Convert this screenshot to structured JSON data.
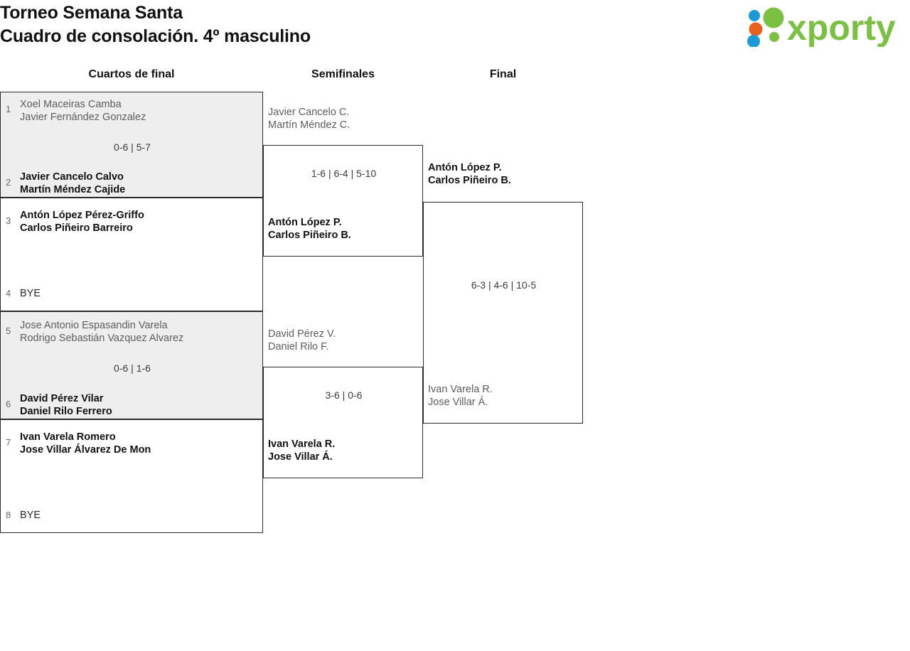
{
  "header": {
    "title_line1": "Torneo Semana Santa",
    "title_line2": "Cuadro de consolación. 4º masculino",
    "logo_text": "xporty",
    "logo_colors": {
      "green": "#7ac143",
      "blue": "#1c9ad6",
      "orange": "#e8601c"
    }
  },
  "rounds": [
    {
      "label": "Cuartos de final"
    },
    {
      "label": "Semifinales"
    },
    {
      "label": "Final"
    }
  ],
  "quarterfinals": [
    {
      "score": "0-6 | 5-7",
      "top": {
        "seed": "1",
        "p1": "Xoel Maceiras Camba",
        "p2": "Javier Fernández Gonzalez",
        "state": "loser"
      },
      "bottom": {
        "seed": "2",
        "p1": "Javier Cancelo Calvo",
        "p2": "Martín Méndez Cajide",
        "state": "winner"
      }
    },
    {
      "score": "",
      "top": {
        "seed": "3",
        "p1": "Antón López Pérez-Griffo",
        "p2": "Carlos Piñeiro Barreiro",
        "state": "winner"
      },
      "bottom": {
        "seed": "4",
        "p1": "BYE",
        "p2": "",
        "state": "bye"
      }
    },
    {
      "score": "0-6 | 1-6",
      "top": {
        "seed": "5",
        "p1": "Jose Antonio Espasandin Varela",
        "p2": "Rodrigo Sebastián Vazquez Alvarez",
        "state": "loser"
      },
      "bottom": {
        "seed": "6",
        "p1": "David Pérez Vilar",
        "p2": "Daniel Rilo Ferrero",
        "state": "winner"
      }
    },
    {
      "score": "",
      "top": {
        "seed": "7",
        "p1": "Ivan Varela Romero",
        "p2": "Jose Villar Álvarez De Mon",
        "state": "winner"
      },
      "bottom": {
        "seed": "8",
        "p1": "BYE",
        "p2": "",
        "state": "bye"
      }
    }
  ],
  "semifinals": [
    {
      "score": "1-6 | 6-4 | 5-10",
      "top": {
        "p1": "Javier Cancelo C.",
        "p2": "Martín Méndez C.",
        "state": "loser"
      },
      "bottom": {
        "p1": "Antón López P.",
        "p2": "Carlos Piñeiro B.",
        "state": "winner"
      }
    },
    {
      "score": "3-6 | 0-6",
      "top": {
        "p1": "David Pérez V.",
        "p2": "Daniel Rilo F.",
        "state": "loser"
      },
      "bottom": {
        "p1": "Ivan Varela R.",
        "p2": "Jose Villar Á.",
        "state": "winner"
      }
    }
  ],
  "final": [
    {
      "score": "6-3 | 4-6 | 10-5",
      "top": {
        "p1": "Antón López P.",
        "p2": "Carlos Piñeiro B.",
        "state": "winner"
      },
      "bottom": {
        "p1": "Ivan Varela R.",
        "p2": "Jose Villar Á.",
        "state": "loser"
      }
    }
  ]
}
